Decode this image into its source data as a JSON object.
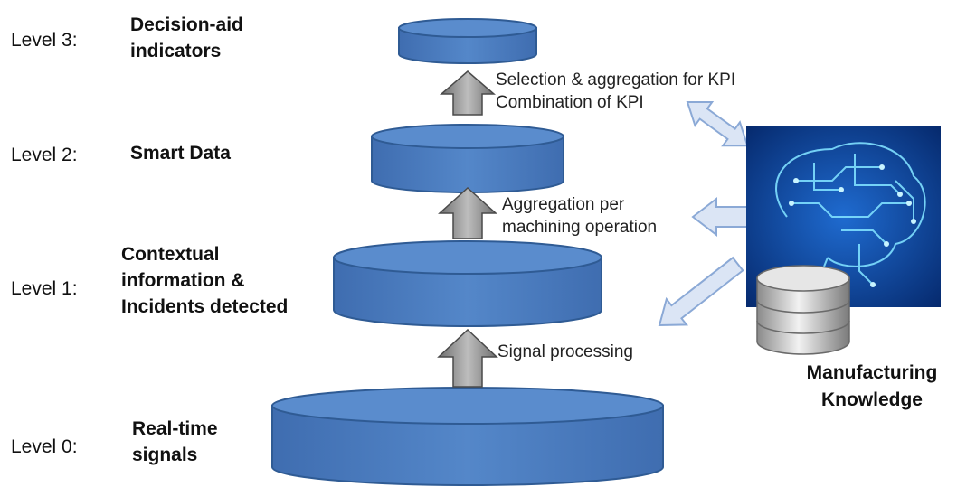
{
  "levels": [
    {
      "level_label": "Level 3:",
      "name_line1": "Decision-aid",
      "name_line2": "indicators"
    },
    {
      "level_label": "Level 2:",
      "name_line1": "Smart Data"
    },
    {
      "level_label": "Level 1:",
      "name_line1": "Contextual",
      "name_line2": "information &",
      "name_line3": "Incidents detected"
    },
    {
      "level_label": "Level 0:",
      "name_line1": "Real-time",
      "name_line2": "signals"
    }
  ],
  "processes": {
    "top_line1": "Selection & aggregation for KPI",
    "top_line2": "Combination of KPI",
    "mid_line1": "Aggregation per",
    "mid_line2": "machining operation",
    "low": "Signal processing"
  },
  "knowledge": {
    "line1": "Manufacturing",
    "line2": "Knowledge"
  },
  "colors": {
    "cylinder_fill": "#4f7fc0",
    "cylinder_stroke": "#2f5b94",
    "up_arrow_fill": "#8e8e8e",
    "knowledge_arrow_fill": "#dbe5f5",
    "knowledge_arrow_stroke": "#8ba9d6",
    "brain_bg": "#0a3a8c"
  }
}
